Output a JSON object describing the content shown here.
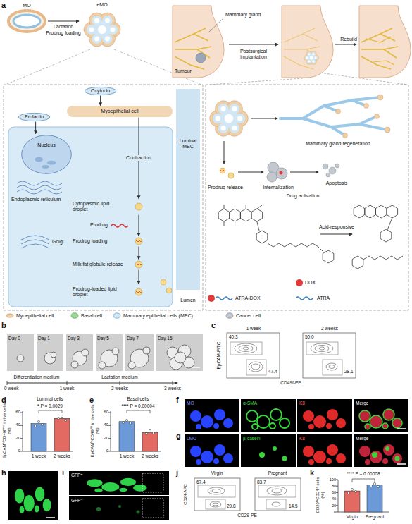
{
  "diagram": {
    "nodes": [
      {
        "text": [
          "Oxytocin"
        ]
      },
      {
        "text": [
          "Prolactin"
        ]
      },
      {
        "text": [
          "Myoepithelial cell"
        ]
      },
      {
        "text": [
          "Nucleus"
        ]
      },
      {
        "text": [
          "Cytoplasmic lipid droplet"
        ]
      },
      {
        "text": [
          "Prodrug loading"
        ]
      },
      {
        "text": [
          "Milk fat globule release"
        ]
      },
      {
        "text": [
          "Prodrug-loaded lipid droplet"
        ]
      }
    ],
    "edges": [
      {
        "from": 0,
        "to": 2,
        "arrow": "to"
      },
      {
        "from": 1,
        "to": 3,
        "arrow": "to"
      },
      {
        "from": 2,
        "to": 4,
        "label": "Contraction",
        "arrow": "to"
      },
      {
        "from": 4,
        "to": 5,
        "arrow": "to"
      },
      {
        "from": 5,
        "to": 6,
        "arrow": "to"
      },
      {
        "from": 6,
        "to": 7,
        "arrow": "to"
      }
    ],
    "labels": [
      "a",
      "MO",
      "eMO",
      "Lactation",
      "Prodrug loading",
      "Mammary gland",
      "Tumour",
      "Postsurgical implantation",
      "Rebuild",
      "Luminal MEC",
      "Endoplasmic reticulum",
      "Golgi",
      "Prodrug",
      "Lumen",
      "Mammary gland regeneration",
      "Prodrug release",
      "Internalization",
      "Apoptosis",
      "Drug activation",
      "Acid-responsive",
      "DOX",
      "ATRA-DOX",
      "ATRA",
      "b",
      "Day 0",
      "Day 1",
      "Day 3",
      "Day 5",
      "Day 7",
      "Day 15",
      "Differentiation medium",
      "Lactation medium",
      "0 week",
      "1 week",
      "2 weeks",
      "3 weeks",
      "c",
      "1 week",
      "2 weeks",
      "EpCAM-FITC",
      "CD49f-PE",
      "40.3",
      "47.4",
      "50.0",
      "28.1",
      "d",
      "Luminal cells",
      "* P = 0.0029",
      "EpCAMʰⁱCD49fᵐⁱᵈ in live cells (%)",
      "0",
      "20",
      "40",
      "60",
      "1 week",
      "2 weeks",
      "e",
      "Basal cells",
      "**** P = 0.00004",
      "EpCAMˡᵒCD49fʰⁱ in live cells (%)",
      "0",
      "20",
      "40",
      "60",
      "1 week",
      "2 weeks",
      "f",
      "MO",
      "α-SMA",
      "K8",
      "Merge",
      "g",
      "LMO",
      "β-casein",
      "K8",
      "Merge",
      "h",
      "i",
      "GFP⁺",
      "GFP⁻",
      "j",
      "Virgin",
      "Pregnant",
      "CD24-APC",
      "CD29-PE",
      "67.4",
      "29.8",
      "83.7",
      "14.5",
      "k",
      "CD29ʰⁱCD24⁺ cells (%)",
      "**** P = 0.00008",
      "0",
      "20",
      "40",
      "60",
      "80",
      "100",
      "Virgin",
      "Pregnant"
    ],
    "legend": [
      {
        "text": "Myoepithelial cell"
      },
      {
        "text": "Basal cell"
      },
      {
        "text": "Mammary epithelial cells (MEC)"
      },
      {
        "text": "Cancer cell"
      }
    ]
  }
}
